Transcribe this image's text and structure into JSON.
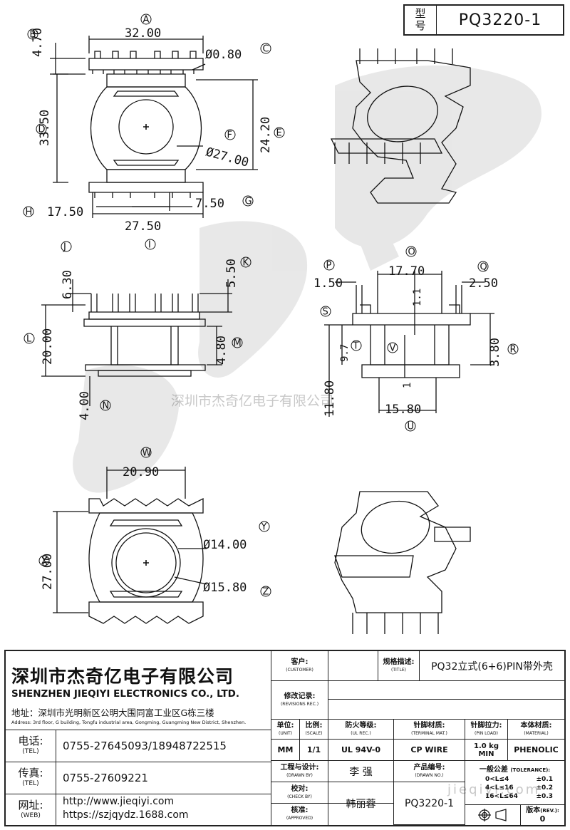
{
  "header": {
    "model_label": "型号",
    "model_value": "PQ3220-1"
  },
  "watermark": {
    "company": "深圳市杰奇亿电子有限公司",
    "website": "jieqiyi.com"
  },
  "dims": {
    "top": {
      "w": "32.00",
      "pin": "Ø0.80",
      "tp": "4.70",
      "h": "33.50",
      "inner": "24.20",
      "dia": "Ø27.00",
      "p1": "17.50",
      "p2": "7.50",
      "p3": "27.50"
    },
    "side": {
      "a": "6.30",
      "b": "5.50",
      "c": "20.00",
      "d": "4.80",
      "e": "4.00"
    },
    "front": {
      "a": "1.50",
      "b": "17.70",
      "c": "2.50",
      "d": "1.1",
      "e": "9.7",
      "f": "3.80",
      "g": "11.80",
      "h": "1",
      "i": "15.80"
    },
    "bottom": {
      "a": "20.90",
      "b": "27.00",
      "c": "Ø14.00",
      "d": "Ø15.80"
    }
  },
  "circles": {
    "A": "A",
    "B": "B",
    "C": "C",
    "D": "D",
    "E": "E",
    "F": "F",
    "G": "G",
    "H": "H",
    "I": "I",
    "J": "J",
    "K": "K",
    "L": "L",
    "M": "M",
    "N": "N",
    "O": "O",
    "P": "P",
    "Q": "Q",
    "R": "R",
    "S": "S",
    "T": "T",
    "U": "U",
    "V": "V",
    "W": "W",
    "X": "X",
    "Y": "Y",
    "Z": "Z"
  },
  "company": {
    "name_cn": "深圳市杰奇亿电子有限公司",
    "name_en": "SHENZHEN JIEQIYI ELECTRONICS CO., LTD.",
    "address_cn": "地址：深圳市光明新区公明大围同富工业区G栋三楼",
    "address_en": "Address: 3rd floor, G building, Tongfu industrial area, Gongming, Guangming New District, Shenzhen.",
    "tel_label": "电话:",
    "tel_en": "(TEL)",
    "tel": "0755-27645093/18948722515",
    "fax_label": "传真:",
    "fax_en": "(TEL)",
    "fax": "0755-27609221",
    "web_label": "网址:",
    "web_en": "(WEB)",
    "web1": "http://www.jieqiyi.com",
    "web2": "https://szjqydz.1688.com"
  },
  "table": {
    "customer": "客户:",
    "customer_en": "(CUSTOMER)",
    "title_label": "规格描述:",
    "title_en": "(TITLE)",
    "title_value": "PQ32立式(6+6)PIN带外壳",
    "revisions": "修改记录:",
    "revisions_en": "(REVISIONS REC.)",
    "unit": "单位:",
    "unit_en": "(UNIT)",
    "unit_value": "MM",
    "scale": "比例:",
    "scale_en": "(SCALE)",
    "scale_value": "1/1",
    "ulrec": "防火等级:",
    "ulrec_en": "(UL REC.)",
    "ulrec_value": "UL 94V-0",
    "terminal": "针脚材质:",
    "terminal_en": "(TERMINAL MAT.)",
    "terminal_value": "CP WIRE",
    "pinload": "针脚拉力:",
    "pinload_en": "(PIN LOAD)",
    "pinload_value": "1.0 kg MIN",
    "material": "本体材质:",
    "material_en": "(MATERIAL)",
    "material_value": "PHENOLIC",
    "drawn": "工程与设计:",
    "drawn_en": "(DRAWN BY)",
    "drawn_value": "李 强",
    "check": "校对:",
    "check_en": "(CHECK BY)",
    "approved": "核准:",
    "approved_en": "(APPROVED)",
    "approved_value": "韩丽蓉",
    "drawing_no": "产品编号:",
    "drawing_no_en": "(DRAWN NO.)",
    "drawing_no_value": "PQ3220-1",
    "tolerance": "一般公差",
    "tolerance_en": "(TOLERANCE):",
    "tol_rows": [
      {
        "range": "0<L≤4",
        "val": "±0.1"
      },
      {
        "range": "4<L≤16",
        "val": "±0.2"
      },
      {
        "range": "16<L≤64",
        "val": "±0.3"
      }
    ],
    "rev": "版本",
    "rev_en": "(REV.):",
    "rev_value": "0"
  }
}
